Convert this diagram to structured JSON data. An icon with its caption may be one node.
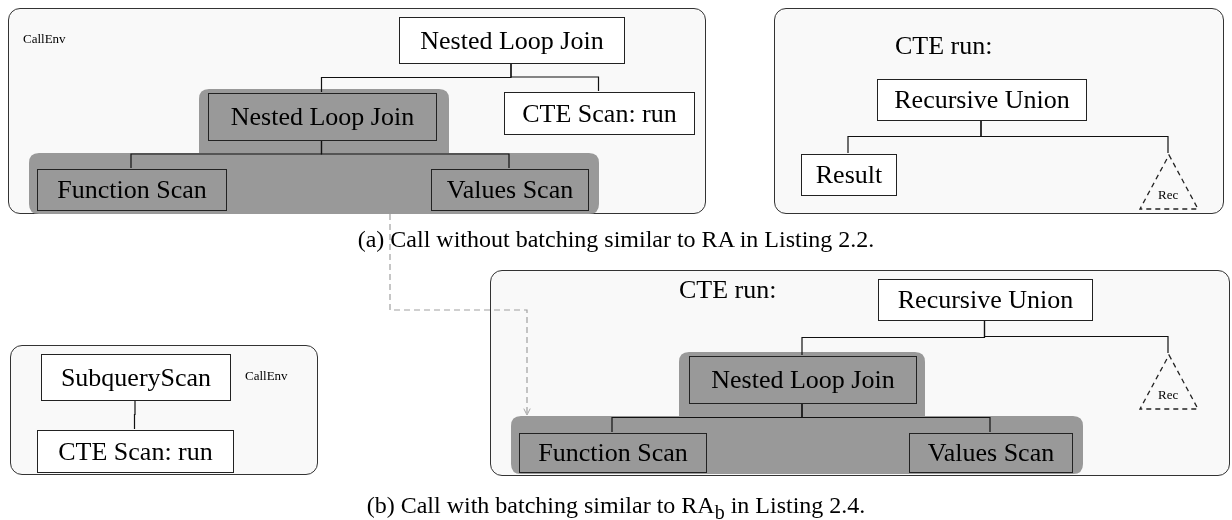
{
  "diagram": {
    "nodes": [
      {
        "text": [
          "CallEnv"
        ]
      },
      {
        "text": [
          "Nested Loop Join"
        ],
        "in": 0
      },
      {
        "text": [],
        "shape": "box",
        "in": 0
      },
      {
        "text": [
          "Nested Loop Join"
        ],
        "in": 2
      },
      {
        "text": [
          "Function Scan"
        ],
        "in": 2
      },
      {
        "text": [
          "Values Scan"
        ],
        "in": 2
      },
      {
        "text": [
          "CTE Scan: run"
        ],
        "in": 0
      },
      {
        "text": [
          "CTE run:"
        ]
      },
      {
        "text": [
          "Recursive Union"
        ],
        "in": 7
      },
      {
        "text": [
          "Result"
        ],
        "in": 7
      },
      {
        "text": [
          "Rec"
        ],
        "in": 7
      },
      {
        "text": [
          "CTE run:"
        ]
      },
      {
        "text": [
          "Recursive Union"
        ],
        "in": 11
      },
      {
        "text": [],
        "shape": "box",
        "in": 11
      },
      {
        "text": [
          "Nested Loop Join"
        ],
        "in": 13
      },
      {
        "text": [
          "Function Scan"
        ],
        "in": 13
      },
      {
        "text": [
          "Values Scan"
        ],
        "in": 13
      },
      {
        "text": [
          "Rec"
        ],
        "in": 11
      },
      {
        "text": [
          "CallEnv"
        ]
      },
      {
        "text": [
          "SubqueryScan"
        ],
        "in": 18
      },
      {
        "text": [
          "CTE Scan: run"
        ],
        "in": 18
      }
    ],
    "edges": [
      {
        "from": 1,
        "to": 3,
        "arrow": "none"
      },
      {
        "from": 1,
        "to": 6,
        "arrow": "none"
      },
      {
        "from": 3,
        "to": 4,
        "arrow": "none"
      },
      {
        "from": 3,
        "to": 5,
        "arrow": "none"
      },
      {
        "from": 8,
        "to": 9,
        "arrow": "none"
      },
      {
        "from": 8,
        "to": 10,
        "arrow": "none"
      },
      {
        "from": 12,
        "to": 14,
        "arrow": "none"
      },
      {
        "from": 12,
        "to": 17,
        "arrow": "none"
      },
      {
        "from": 14,
        "to": 15,
        "arrow": "none"
      },
      {
        "from": 14,
        "to": 16,
        "arrow": "none"
      },
      {
        "from": 19,
        "to": 20,
        "arrow": "none"
      },
      {
        "from": 0,
        "to": 13,
        "arrow": "to",
        "style": "dashed",
        "color": "#a0a0a0"
      }
    ],
    "labels": [
      "(a) Call without batching similar to RA in Listing 2.2.",
      "(b) Call with batching similar to RA$_{b}$ in Listing 2.4."
    ]
  }
}
